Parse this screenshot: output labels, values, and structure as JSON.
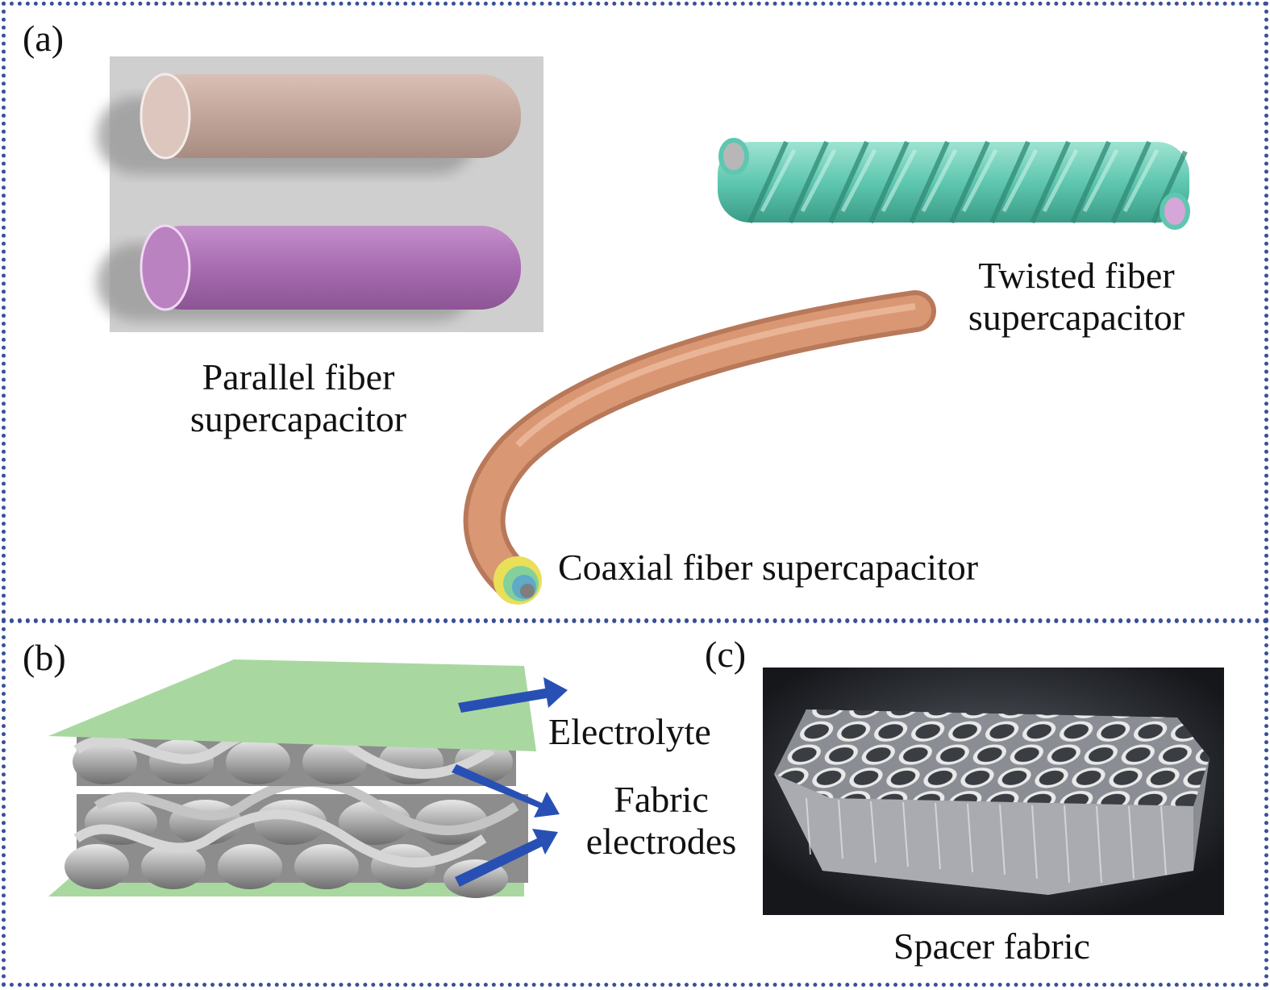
{
  "panel_a": {
    "tag": "(a)",
    "parallel_label": [
      "Parallel fiber",
      "supercapacitor"
    ],
    "twisted_label": [
      "Twisted fiber",
      "supercapacitor"
    ],
    "coaxial_label": "Coaxial fiber supercapacitor",
    "colors": {
      "fiber_top": "#c2a59a",
      "fiber_bottom": "#a86bb0",
      "twisted": "#5fc7b0",
      "coaxial": "#d99873",
      "background_box": "#cfcfcf"
    }
  },
  "panel_b": {
    "tag": "(b)",
    "electrolyte_label": "Electrolyte",
    "electrode_label": [
      "Fabric",
      "electrodes"
    ],
    "colors": {
      "sheet": "#a8d8a0",
      "arrow": "#2850b4",
      "yarn": "#9a9a9a"
    }
  },
  "panel_c": {
    "tag": "(c)",
    "caption": "Spacer fabric"
  }
}
